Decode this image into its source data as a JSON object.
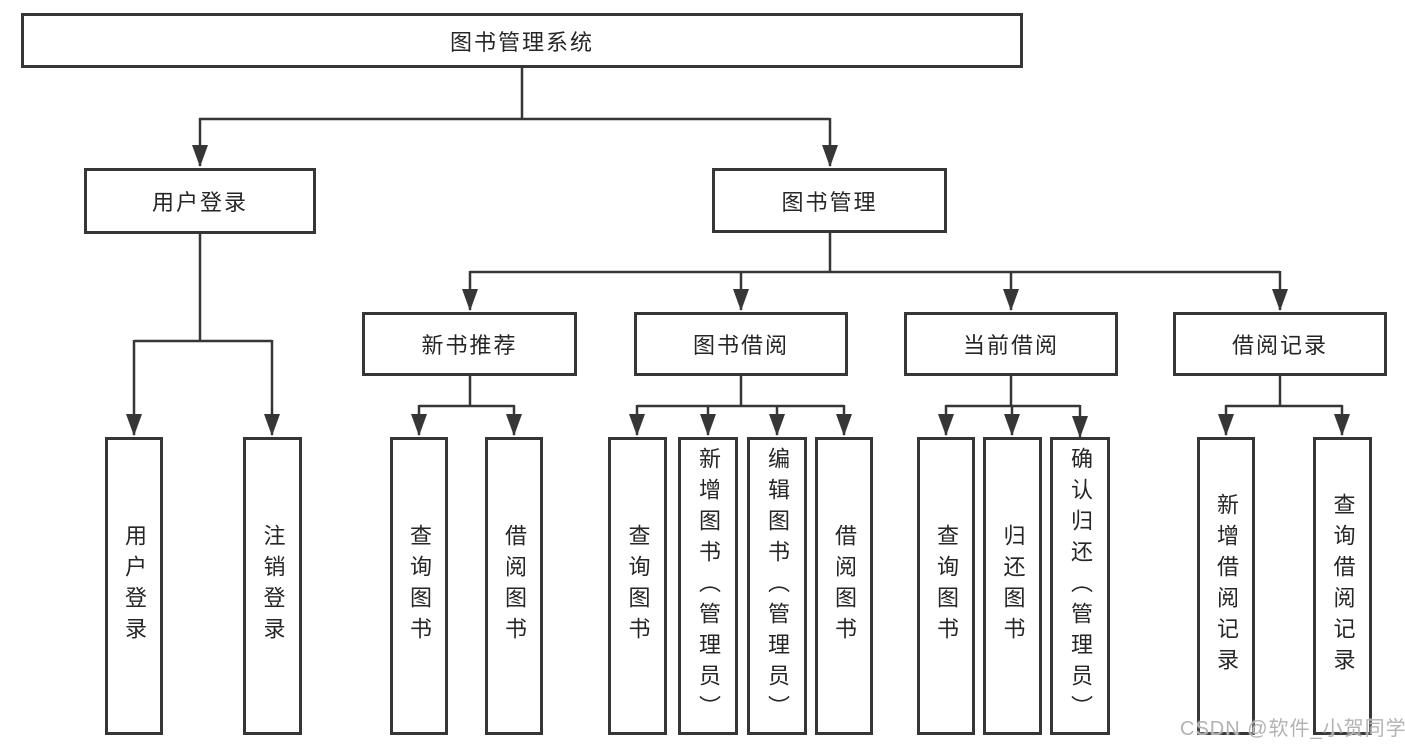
{
  "tree": {
    "label": "图书管理系统",
    "children": [
      {
        "label": "用户登录",
        "children": [
          {
            "label": "用户登录"
          },
          {
            "label": "注销登录"
          }
        ]
      },
      {
        "label": "图书管理",
        "children": [
          {
            "label": "新书推荐",
            "children": [
              {
                "label": "查询图书"
              },
              {
                "label": "借阅图书"
              }
            ]
          },
          {
            "label": "图书借阅",
            "children": [
              {
                "label": "查询图书"
              },
              {
                "label": "新增图书（管理员）"
              },
              {
                "label": "编辑图书（管理员）"
              },
              {
                "label": "借阅图书"
              }
            ]
          },
          {
            "label": "当前借阅",
            "children": [
              {
                "label": "查询图书"
              },
              {
                "label": "归还图书"
              },
              {
                "label": "确认归还（管理员）"
              }
            ]
          },
          {
            "label": "借阅记录",
            "children": [
              {
                "label": "新增借阅记录"
              },
              {
                "label": "查询借阅记录"
              }
            ]
          }
        ]
      }
    ]
  },
  "watermark": {
    "text": "CSDN @软件_小贺同学"
  },
  "colors": {
    "line": "#363636",
    "box_border": "#363636",
    "text": "#262626",
    "watermark": "#b3b3b3",
    "background": "#ffffff"
  }
}
